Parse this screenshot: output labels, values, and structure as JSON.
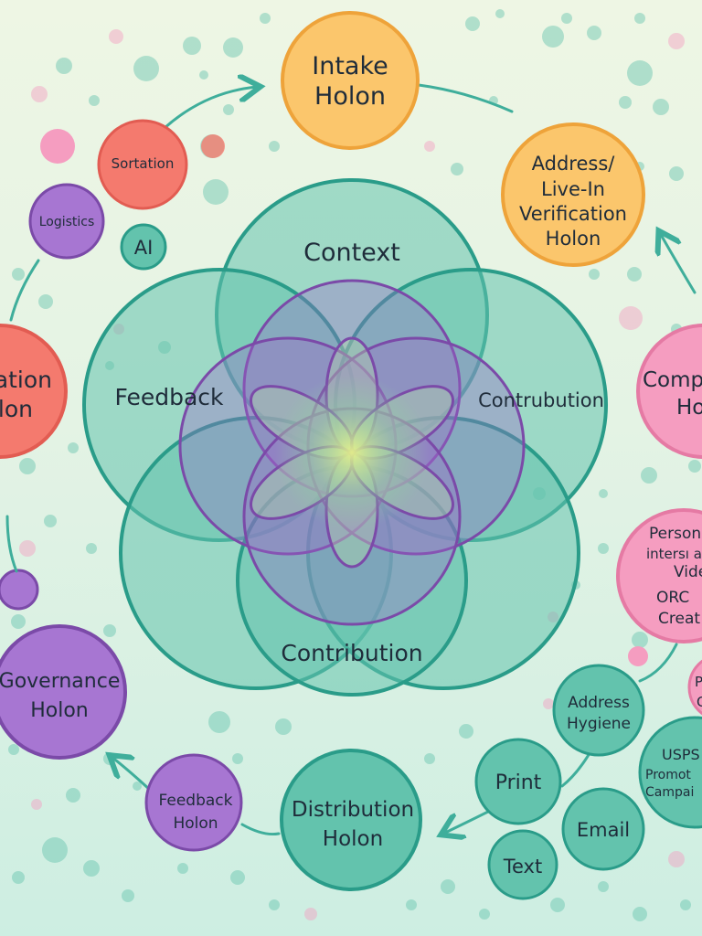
{
  "colors": {
    "teal": "#63c3ad",
    "teal_stroke": "#2a9c89",
    "teal_dark": "#1e7d6e",
    "purple": "#9b68c8",
    "purple_stroke": "#7b4aa8",
    "orange": "#fbc66c",
    "orange_stroke": "#eea33a",
    "coral": "#f47a6e",
    "coral_stroke": "#e25c52",
    "pink": "#f59dc0",
    "pink_stroke": "#e57aa4",
    "text": "#1f2c3a"
  },
  "core": {
    "context": "Context",
    "feedback": "Feedback",
    "contrubution": "Contrubution",
    "contribution": "Contribution"
  },
  "nodes": {
    "intake": [
      "Intake",
      "Holon"
    ],
    "address_verification": [
      "Address/",
      "Live-In",
      "Verification",
      "Holon"
    ],
    "sortation": "Sortation",
    "logistics": "Logistics",
    "ai": "AI",
    "left_cut": [
      "ation",
      "lon"
    ],
    "right_cut": [
      "Comp",
      "Ho"
    ],
    "personal": [
      "Person",
      "intersı a",
      "Vide",
      "ORC",
      "Creat"
    ],
    "pink_small_cut": [
      "P",
      "C"
    ],
    "governance": [
      "Governance",
      "Holon"
    ],
    "feedback_holon": [
      "Feedback",
      "Holon"
    ],
    "distribution": [
      "Distribution",
      "Holon"
    ],
    "address_hygiene": [
      "Address",
      "Hygiene"
    ],
    "print": "Print",
    "email": "Email",
    "text": "Text",
    "usps": [
      "USPS",
      "Promot",
      "Campai"
    ]
  }
}
